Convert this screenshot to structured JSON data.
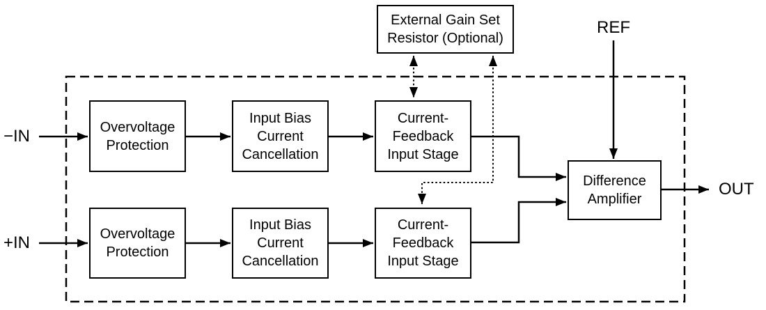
{
  "diagram": {
    "ports": {
      "neg_in": "−IN",
      "pos_in": "+IN",
      "ref": "REF",
      "out": "OUT"
    },
    "external_gain_box": {
      "lines": [
        "External Gain Set",
        "Resistor (Optional)"
      ]
    },
    "blocks": {
      "overvoltage_top": {
        "lines": [
          "Overvoltage",
          "Protection"
        ]
      },
      "bias_top": {
        "lines": [
          "Input Bias",
          "Current",
          "Cancellation"
        ]
      },
      "cfis_top": {
        "lines": [
          "Current-",
          "Feedback",
          "Input Stage"
        ]
      },
      "overvoltage_bottom": {
        "lines": [
          "Overvoltage",
          "Protection"
        ]
      },
      "bias_bottom": {
        "lines": [
          "Input Bias",
          "Current",
          "Cancellation"
        ]
      },
      "cfis_bottom": {
        "lines": [
          "Current-",
          "Feedback",
          "Input Stage"
        ]
      },
      "difference_amplifier": {
        "lines": [
          "Difference",
          "Amplifier"
        ]
      }
    },
    "colors": {
      "line": "#000000",
      "background": "#ffffff"
    }
  }
}
